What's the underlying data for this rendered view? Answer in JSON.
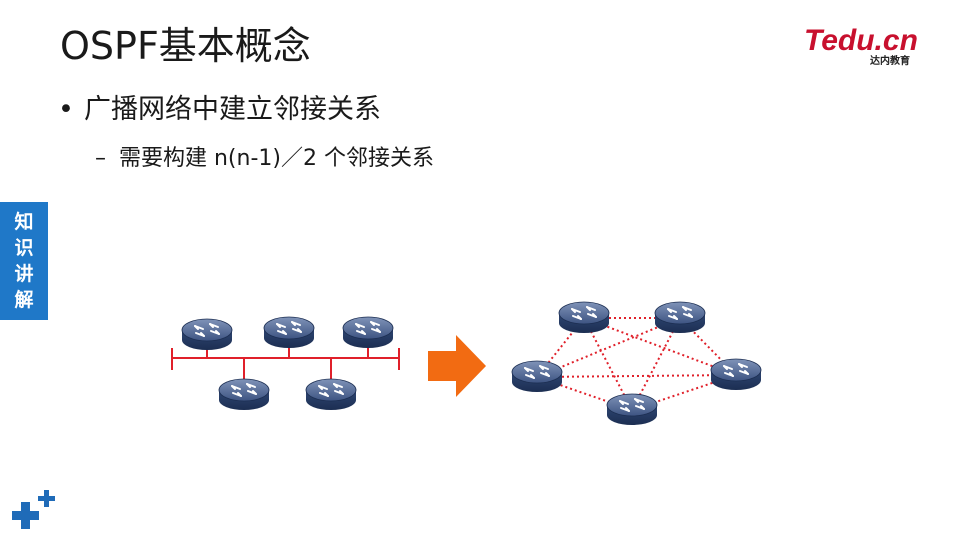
{
  "title": "OSPF基本概念",
  "logo": {
    "brand": "Tedu.cn",
    "tagline": "达内教育",
    "brand_color": "#c8102e"
  },
  "bullets": {
    "level1": "广播网络中建立邻接关系",
    "level2": "需要构建 n(n-1)／2 个邻接关系",
    "level1_marker": "•",
    "level2_marker": "–"
  },
  "side_tab": {
    "chars": [
      "知",
      "识",
      "讲",
      "解"
    ],
    "color": "#1f78c8"
  },
  "diagram": {
    "left_topology": "broadcast-bus",
    "left_router_count": 5,
    "right_topology": "full-mesh",
    "right_router_count": 5,
    "arrow_color": "#f26b12",
    "link_color": "#e0202a"
  },
  "corner_icon": "plus-cross-icon"
}
